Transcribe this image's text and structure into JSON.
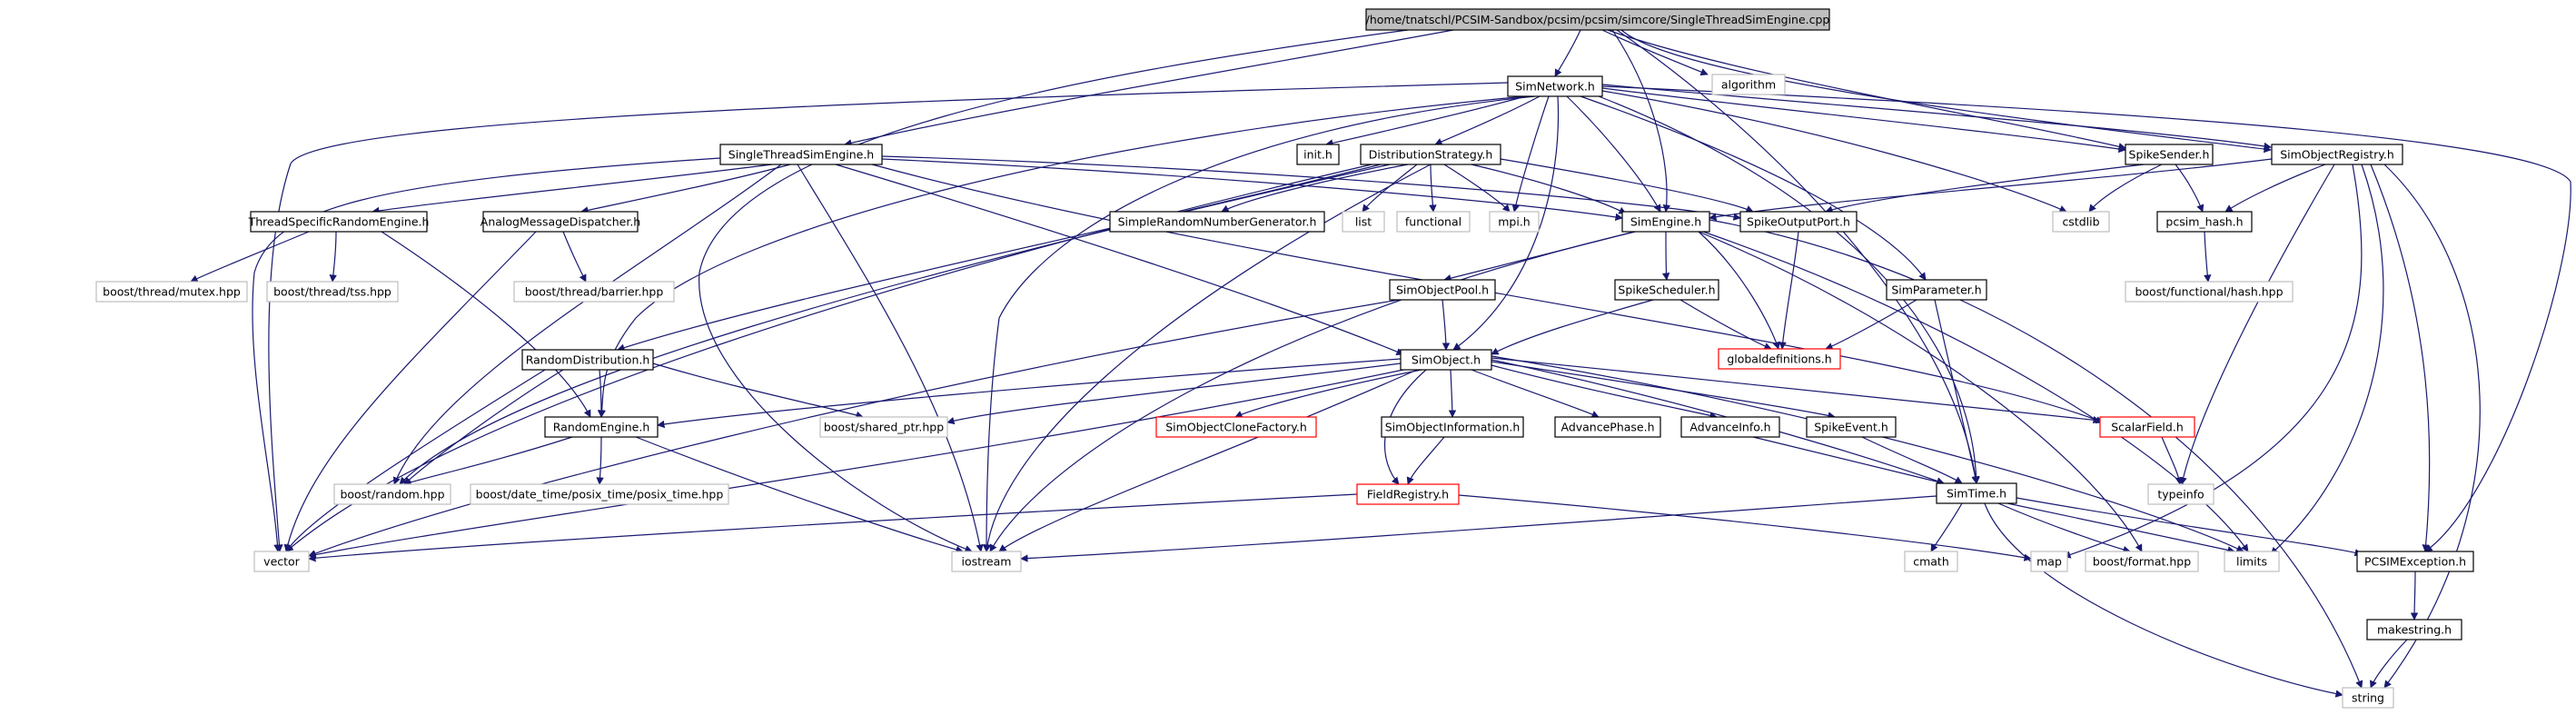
{
  "colors": {
    "edge": "#191970",
    "normal_border": "#000000",
    "external_border": "#bfbfbf",
    "missing_border": "#ff0000",
    "root_fill": "#bfbfbf",
    "text": "#000000"
  },
  "nodes": {
    "root": "/home/tnatschl/PCSIM-Sandbox/pcsim/pcsim/simcore/SingleThreadSimEngine.cpp",
    "algorithm": "algorithm",
    "simnetwork": "SimNetwork.h",
    "singlethread": "SingleThreadSimEngine.h",
    "init": "init.h",
    "distribution": "DistributionStrategy.h",
    "spikesender": "SpikeSender.h",
    "simobjectregistry": "SimObjectRegistry.h",
    "threadspecific": "ThreadSpecificRandomEngine.h",
    "analogmsg": "AnalogMessageDispatcher.h",
    "simplerandom": "SimpleRandomNumberGenerator.h",
    "list": "list",
    "functional": "functional",
    "mpi": "mpi.h",
    "simengine": "SimEngine.h",
    "spikeoutputport": "SpikeOutputPort.h",
    "cstdlib": "cstdlib",
    "pcsimhash": "pcsim_hash.h",
    "mutex": "boost/thread/mutex.hpp",
    "tss": "boost/thread/tss.hpp",
    "barrier": "boost/thread/barrier.hpp",
    "funchash": "boost/functional/hash.hpp",
    "simobjectpool": "SimObjectPool.h",
    "spikescheduler": "SpikeScheduler.h",
    "simparameter": "SimParameter.h",
    "randomdistribution": "RandomDistribution.h",
    "simobject": "SimObject.h",
    "globaldefs": "globaldefinitions.h",
    "randomengine": "RandomEngine.h",
    "sharedptr": "boost/shared_ptr.hpp",
    "clonefactory": "SimObjectCloneFactory.h",
    "objinfo": "SimObjectInformation.h",
    "advancephase": "AdvancePhase.h",
    "advanceinfo": "AdvanceInfo.h",
    "spikeevent": "SpikeEvent.h",
    "scalarfield": "ScalarField.h",
    "boostrandom": "boost/random.hpp",
    "posixtime": "boost/date_time/posix_time/posix_time.hpp",
    "fieldregistry": "FieldRegistry.h",
    "simtime": "SimTime.h",
    "typeinfo": "typeinfo",
    "vector": "vector",
    "iostream": "iostream",
    "cmath": "cmath",
    "map": "map",
    "format": "boost/format.hpp",
    "limits": "limits",
    "pcsimexception": "PCSIMException.h",
    "makestring": "makestring.h",
    "string": "string"
  }
}
